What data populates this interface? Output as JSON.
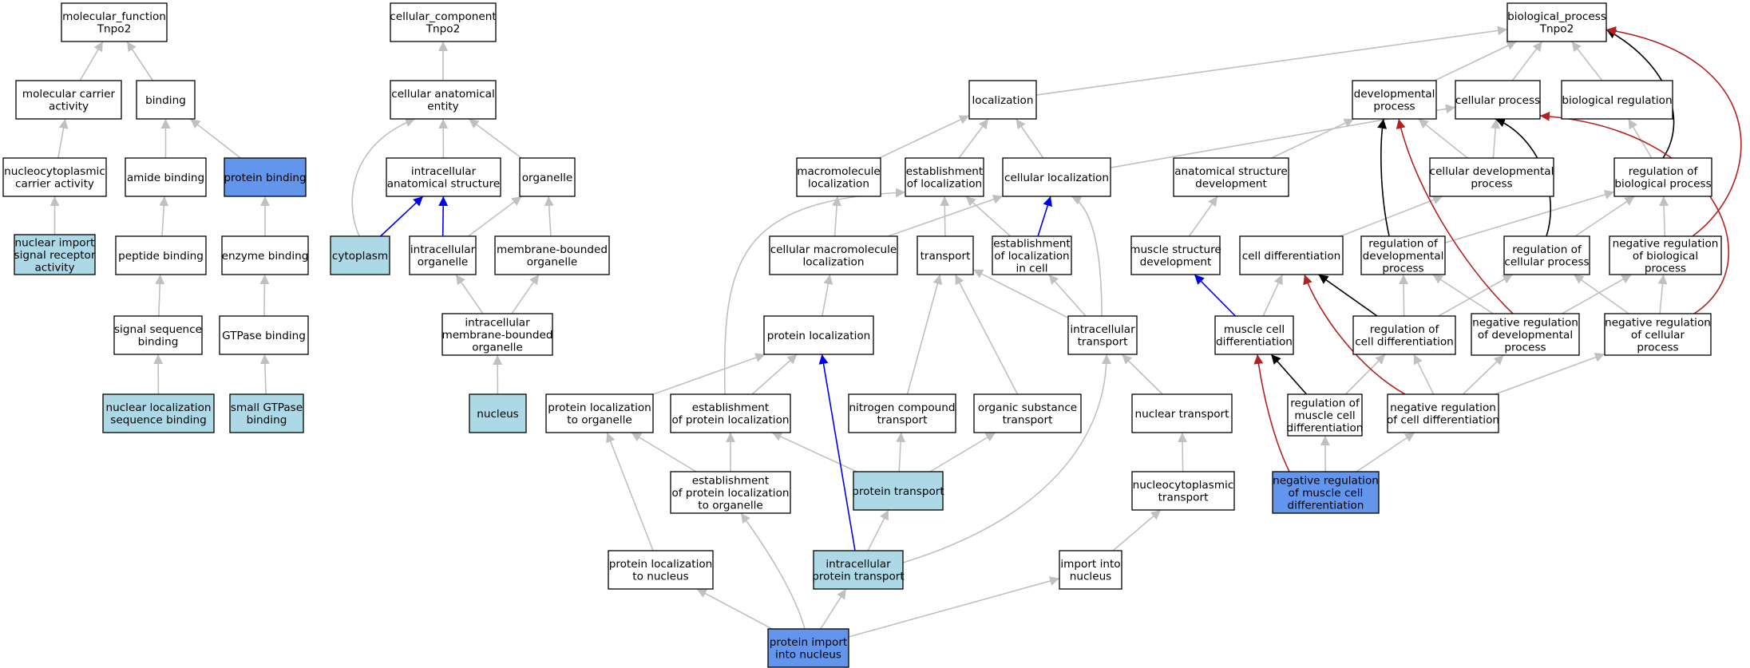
{
  "colors": {
    "plain": "#ffffff",
    "light": "#add8e6",
    "blue": "#6495ed",
    "gray": "#c0c0c0",
    "black": "#000000",
    "red": "#b22222",
    "blueEdge": "#0000ee"
  },
  "nodes": [
    {
      "id": "mf",
      "lines": [
        "molecular_function",
        "Tnpo2"
      ],
      "fill": "plain"
    },
    {
      "id": "cc",
      "lines": [
        "cellular_component",
        "Tnpo2"
      ],
      "fill": "plain"
    },
    {
      "id": "bp",
      "lines": [
        "biological_process",
        "Tnpo2"
      ],
      "fill": "plain"
    },
    {
      "id": "mca",
      "lines": [
        "molecular carrier",
        "activity"
      ],
      "fill": "plain"
    },
    {
      "id": "bind",
      "lines": [
        "binding"
      ],
      "fill": "plain"
    },
    {
      "id": "cae",
      "lines": [
        "cellular anatomical",
        "entity"
      ],
      "fill": "plain"
    },
    {
      "id": "loc",
      "lines": [
        "localization"
      ],
      "fill": "plain"
    },
    {
      "id": "devp",
      "lines": [
        "developmental",
        "process"
      ],
      "fill": "plain"
    },
    {
      "id": "cellp",
      "lines": [
        "cellular process"
      ],
      "fill": "plain"
    },
    {
      "id": "bioreg",
      "lines": [
        "biological regulation"
      ],
      "fill": "plain"
    },
    {
      "id": "ncca",
      "lines": [
        "nucleocytoplasmic",
        "carrier activity"
      ],
      "fill": "plain"
    },
    {
      "id": "amide",
      "lines": [
        "amide binding"
      ],
      "fill": "plain"
    },
    {
      "id": "protbind",
      "lines": [
        "protein binding"
      ],
      "fill": "blue"
    },
    {
      "id": "ias",
      "lines": [
        "intracellular",
        "anatomical structure"
      ],
      "fill": "plain"
    },
    {
      "id": "organelle",
      "lines": [
        "organelle"
      ],
      "fill": "plain"
    },
    {
      "id": "macroloc",
      "lines": [
        "macromolecule",
        "localization"
      ],
      "fill": "plain"
    },
    {
      "id": "estloc",
      "lines": [
        "establishment",
        "of localization"
      ],
      "fill": "plain"
    },
    {
      "id": "cellloc",
      "lines": [
        "cellular localization"
      ],
      "fill": "plain"
    },
    {
      "id": "asd",
      "lines": [
        "anatomical structure",
        "development"
      ],
      "fill": "plain"
    },
    {
      "id": "cdp",
      "lines": [
        "cellular developmental",
        "process"
      ],
      "fill": "plain"
    },
    {
      "id": "regbp",
      "lines": [
        "regulation of",
        "biological process"
      ],
      "fill": "plain"
    },
    {
      "id": "nisra",
      "lines": [
        "nuclear import",
        "signal receptor",
        "activity"
      ],
      "fill": "light"
    },
    {
      "id": "pepbind",
      "lines": [
        "peptide binding"
      ],
      "fill": "plain"
    },
    {
      "id": "enzbind",
      "lines": [
        "enzyme binding"
      ],
      "fill": "plain"
    },
    {
      "id": "cytoplasm",
      "lines": [
        "cytoplasm"
      ],
      "fill": "light"
    },
    {
      "id": "icorg",
      "lines": [
        "intracellular",
        "organelle"
      ],
      "fill": "plain"
    },
    {
      "id": "mbo",
      "lines": [
        "membrane-bounded",
        "organelle"
      ],
      "fill": "plain"
    },
    {
      "id": "cml",
      "lines": [
        "cellular macromolecule",
        "localization"
      ],
      "fill": "plain"
    },
    {
      "id": "transport",
      "lines": [
        "transport"
      ],
      "fill": "plain"
    },
    {
      "id": "elic",
      "lines": [
        "establishment",
        "of localization",
        "in cell"
      ],
      "fill": "plain"
    },
    {
      "id": "msd",
      "lines": [
        "muscle structure",
        "development"
      ],
      "fill": "plain"
    },
    {
      "id": "celldiff",
      "lines": [
        "cell differentiation"
      ],
      "fill": "plain"
    },
    {
      "id": "regdev",
      "lines": [
        "regulation of",
        "developmental",
        "process"
      ],
      "fill": "plain"
    },
    {
      "id": "regcp",
      "lines": [
        "regulation of",
        "cellular process"
      ],
      "fill": "plain"
    },
    {
      "id": "negregbp",
      "lines": [
        "negative regulation",
        "of biological",
        "process"
      ],
      "fill": "plain"
    },
    {
      "id": "ssb",
      "lines": [
        "signal sequence",
        "binding"
      ],
      "fill": "plain"
    },
    {
      "id": "gtpb",
      "lines": [
        "GTPase binding"
      ],
      "fill": "plain"
    },
    {
      "id": "imbo",
      "lines": [
        "intracellular",
        "membrane-bounded",
        "organelle"
      ],
      "fill": "plain"
    },
    {
      "id": "protloc",
      "lines": [
        "protein localization"
      ],
      "fill": "plain"
    },
    {
      "id": "ict",
      "lines": [
        "intracellular",
        "transport"
      ],
      "fill": "plain"
    },
    {
      "id": "mcd",
      "lines": [
        "muscle cell",
        "differentiation"
      ],
      "fill": "plain"
    },
    {
      "id": "regcd",
      "lines": [
        "regulation of",
        "cell differentiation"
      ],
      "fill": "plain"
    },
    {
      "id": "negregdev",
      "lines": [
        "negative regulation",
        "of developmental",
        "process"
      ],
      "fill": "plain"
    },
    {
      "id": "negregcp",
      "lines": [
        "negative regulation",
        "of cellular",
        "process"
      ],
      "fill": "plain"
    },
    {
      "id": "nlsb",
      "lines": [
        "nuclear localization",
        "sequence binding"
      ],
      "fill": "light"
    },
    {
      "id": "sgtpb",
      "lines": [
        "small GTPase",
        "binding"
      ],
      "fill": "light"
    },
    {
      "id": "nucleus",
      "lines": [
        "nucleus"
      ],
      "fill": "light"
    },
    {
      "id": "plto",
      "lines": [
        "protein localization",
        "to organelle"
      ],
      "fill": "plain"
    },
    {
      "id": "epl",
      "lines": [
        "establishment",
        "of protein localization"
      ],
      "fill": "plain"
    },
    {
      "id": "nct",
      "lines": [
        "nitrogen compound",
        "transport"
      ],
      "fill": "plain"
    },
    {
      "id": "ost",
      "lines": [
        "organic substance",
        "transport"
      ],
      "fill": "plain"
    },
    {
      "id": "nuctrans",
      "lines": [
        "nuclear transport"
      ],
      "fill": "plain"
    },
    {
      "id": "regmcd",
      "lines": [
        "regulation of",
        "muscle cell",
        "differentiation"
      ],
      "fill": "plain"
    },
    {
      "id": "negregcd",
      "lines": [
        "negative regulation",
        "of cell differentiation"
      ],
      "fill": "plain"
    },
    {
      "id": "eplto",
      "lines": [
        "establishment",
        "of protein localization",
        "to organelle"
      ],
      "fill": "plain"
    },
    {
      "id": "prottrans",
      "lines": [
        "protein transport"
      ],
      "fill": "light"
    },
    {
      "id": "ncyt",
      "lines": [
        "nucleocytoplasmic",
        "transport"
      ],
      "fill": "plain"
    },
    {
      "id": "negregmcd",
      "lines": [
        "negative regulation",
        "of muscle cell",
        "differentiation"
      ],
      "fill": "blue"
    },
    {
      "id": "pltn",
      "lines": [
        "protein localization",
        "to nucleus"
      ],
      "fill": "plain"
    },
    {
      "id": "ipt",
      "lines": [
        "intracellular",
        "protein transport"
      ],
      "fill": "light"
    },
    {
      "id": "imn",
      "lines": [
        "import into",
        "nucleus"
      ],
      "fill": "plain"
    },
    {
      "id": "pin",
      "lines": [
        "protein import",
        "into nucleus"
      ],
      "fill": "blue"
    }
  ],
  "edges": [
    {
      "from": "mca",
      "to": "mf",
      "color": "gray"
    },
    {
      "from": "bind",
      "to": "mf",
      "color": "gray"
    },
    {
      "from": "ncca",
      "to": "mca",
      "color": "gray"
    },
    {
      "from": "amide",
      "to": "bind",
      "color": "gray"
    },
    {
      "from": "protbind",
      "to": "bind",
      "color": "gray"
    },
    {
      "from": "nisra",
      "to": "ncca",
      "color": "gray"
    },
    {
      "from": "pepbind",
      "to": "amide",
      "color": "gray"
    },
    {
      "from": "enzbind",
      "to": "protbind",
      "color": "gray"
    },
    {
      "from": "ssb",
      "to": "pepbind",
      "color": "gray"
    },
    {
      "from": "gtpb",
      "to": "enzbind",
      "color": "gray"
    },
    {
      "from": "nlsb",
      "to": "ssb",
      "color": "gray"
    },
    {
      "from": "sgtpb",
      "to": "gtpb",
      "color": "gray"
    },
    {
      "from": "cae",
      "to": "cc",
      "color": "gray"
    },
    {
      "from": "ias",
      "to": "cae",
      "color": "gray"
    },
    {
      "from": "organelle",
      "to": "cae",
      "color": "gray"
    },
    {
      "from": "cytoplasm",
      "to": "cae",
      "color": "gray",
      "curve": "cytoCae"
    },
    {
      "from": "cytoplasm",
      "to": "ias",
      "color": "blueEdge"
    },
    {
      "from": "icorg",
      "to": "ias",
      "color": "blueEdge"
    },
    {
      "from": "icorg",
      "to": "organelle",
      "color": "gray"
    },
    {
      "from": "mbo",
      "to": "organelle",
      "color": "gray"
    },
    {
      "from": "imbo",
      "to": "icorg",
      "color": "gray"
    },
    {
      "from": "imbo",
      "to": "mbo",
      "color": "gray"
    },
    {
      "from": "nucleus",
      "to": "imbo",
      "color": "gray"
    },
    {
      "from": "loc",
      "to": "bp",
      "color": "gray"
    },
    {
      "from": "devp",
      "to": "bp",
      "color": "gray"
    },
    {
      "from": "cellp",
      "to": "bp",
      "color": "gray"
    },
    {
      "from": "bioreg",
      "to": "bp",
      "color": "gray"
    },
    {
      "from": "macroloc",
      "to": "loc",
      "color": "gray"
    },
    {
      "from": "estloc",
      "to": "loc",
      "color": "gray"
    },
    {
      "from": "cellloc",
      "to": "loc",
      "color": "gray"
    },
    {
      "from": "cellloc",
      "to": "cellp",
      "color": "gray"
    },
    {
      "from": "asd",
      "to": "devp",
      "color": "gray"
    },
    {
      "from": "cdp",
      "to": "devp",
      "color": "gray"
    },
    {
      "from": "cdp",
      "to": "cellp",
      "color": "gray"
    },
    {
      "from": "regbp",
      "to": "bioreg",
      "color": "gray"
    },
    {
      "from": "regbp",
      "to": "bp",
      "color": "black",
      "curve": "regbpBp"
    },
    {
      "from": "cml",
      "to": "macroloc",
      "color": "gray"
    },
    {
      "from": "cml",
      "to": "cellloc",
      "color": "gray"
    },
    {
      "from": "transport",
      "to": "estloc",
      "color": "gray"
    },
    {
      "from": "elic",
      "to": "estloc",
      "color": "gray"
    },
    {
      "from": "elic",
      "to": "cellloc",
      "color": "blueEdge"
    },
    {
      "from": "msd",
      "to": "asd",
      "color": "gray"
    },
    {
      "from": "celldiff",
      "to": "cdp",
      "color": "gray"
    },
    {
      "from": "regdev",
      "to": "regbp",
      "color": "gray"
    },
    {
      "from": "regdev",
      "to": "devp",
      "color": "black",
      "curve": "regdevDevp"
    },
    {
      "from": "regcp",
      "to": "regbp",
      "color": "gray"
    },
    {
      "from": "regcp",
      "to": "cellp",
      "color": "black",
      "curve": "regcpCellp"
    },
    {
      "from": "negregbp",
      "to": "regbp",
      "color": "gray"
    },
    {
      "from": "negregbp",
      "to": "bp",
      "color": "red",
      "curve": "negregbpBp"
    },
    {
      "from": "protloc",
      "to": "cml",
      "color": "gray"
    },
    {
      "from": "ict",
      "to": "transport",
      "color": "gray"
    },
    {
      "from": "ict",
      "to": "elic",
      "color": "gray"
    },
    {
      "from": "ict",
      "to": "cellloc",
      "color": "gray",
      "curve": "ictCellloc"
    },
    {
      "from": "mcd",
      "to": "msd",
      "color": "blueEdge"
    },
    {
      "from": "mcd",
      "to": "celldiff",
      "color": "gray"
    },
    {
      "from": "regcd",
      "to": "regdev",
      "color": "gray"
    },
    {
      "from": "regcd",
      "to": "regcp",
      "color": "gray"
    },
    {
      "from": "regcd",
      "to": "celldiff",
      "color": "black"
    },
    {
      "from": "negregdev",
      "to": "regdev",
      "color": "gray"
    },
    {
      "from": "negregdev",
      "to": "negregbp",
      "color": "gray"
    },
    {
      "from": "negregdev",
      "to": "devp",
      "color": "red",
      "curve": "negregdevDevp"
    },
    {
      "from": "negregcp",
      "to": "regcp",
      "color": "gray"
    },
    {
      "from": "negregcp",
      "to": "negregbp",
      "color": "gray"
    },
    {
      "from": "negregcp",
      "to": "cellp",
      "color": "red",
      "curve": "negregcpCellp"
    },
    {
      "from": "plto",
      "to": "protloc",
      "color": "gray"
    },
    {
      "from": "epl",
      "to": "protloc",
      "color": "gray"
    },
    {
      "from": "epl",
      "to": "estloc",
      "color": "gray",
      "curve": "eplEstloc"
    },
    {
      "from": "nct",
      "to": "transport",
      "color": "gray"
    },
    {
      "from": "ost",
      "to": "transport",
      "color": "gray"
    },
    {
      "from": "nuctrans",
      "to": "ict",
      "color": "gray"
    },
    {
      "from": "regmcd",
      "to": "regcd",
      "color": "gray"
    },
    {
      "from": "regmcd",
      "to": "mcd",
      "color": "black"
    },
    {
      "from": "negregcd",
      "to": "regcd",
      "color": "gray"
    },
    {
      "from": "negregcd",
      "to": "negregdev",
      "color": "gray"
    },
    {
      "from": "negregcd",
      "to": "negregcp",
      "color": "gray"
    },
    {
      "from": "negregcd",
      "to": "celldiff",
      "color": "red",
      "curve": "negregcdCelldiff"
    },
    {
      "from": "eplto",
      "to": "plto",
      "color": "gray"
    },
    {
      "from": "eplto",
      "to": "epl",
      "color": "gray"
    },
    {
      "from": "prottrans",
      "to": "nct",
      "color": "gray"
    },
    {
      "from": "prottrans",
      "to": "ost",
      "color": "gray"
    },
    {
      "from": "prottrans",
      "to": "epl",
      "color": "gray"
    },
    {
      "from": "ncyt",
      "to": "nuctrans",
      "color": "gray"
    },
    {
      "from": "negregmcd",
      "to": "regmcd",
      "color": "gray"
    },
    {
      "from": "negregmcd",
      "to": "negregcd",
      "color": "gray"
    },
    {
      "from": "negregmcd",
      "to": "mcd",
      "color": "red",
      "curve": "negregmcdMcd"
    },
    {
      "from": "pltn",
      "to": "plto",
      "color": "gray"
    },
    {
      "from": "ipt",
      "to": "prottrans",
      "color": "gray"
    },
    {
      "from": "ipt",
      "to": "protloc",
      "color": "blueEdge"
    },
    {
      "from": "ipt",
      "to": "ict",
      "color": "gray",
      "curve": "iptIct"
    },
    {
      "from": "imn",
      "to": "ncyt",
      "color": "gray"
    },
    {
      "from": "pin",
      "to": "pltn",
      "color": "gray"
    },
    {
      "from": "pin",
      "to": "ipt",
      "color": "gray"
    },
    {
      "from": "pin",
      "to": "imn",
      "color": "gray"
    },
    {
      "from": "pin",
      "to": "eplto",
      "color": "gray",
      "curve": "pinEplto"
    }
  ]
}
